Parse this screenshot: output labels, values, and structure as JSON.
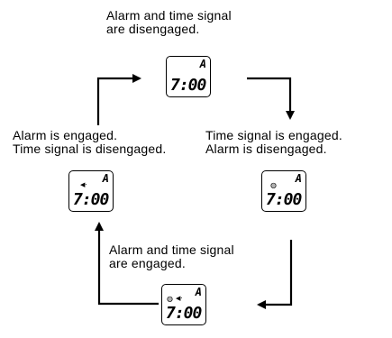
{
  "states": [
    {
      "caption_lines": [
        "Alarm and time signal",
        "are disengaged."
      ],
      "display": {
        "pm": "A",
        "time": "7:00",
        "alarm_icon": false,
        "signal_icon": false
      }
    },
    {
      "caption_lines": [
        "Time signal is engaged.",
        "Alarm is disengaged."
      ],
      "display": {
        "pm": "A",
        "time": "7:00",
        "alarm_icon": false,
        "signal_icon": true
      }
    },
    {
      "caption_lines": [
        "Alarm and time signal",
        "are engaged."
      ],
      "display": {
        "pm": "A",
        "time": "7:00",
        "alarm_icon": true,
        "signal_icon": true
      }
    },
    {
      "caption_lines": [
        "Alarm is engaged.",
        "Time signal is disengaged."
      ],
      "display": {
        "pm": "A",
        "time": "7:00",
        "alarm_icon": true,
        "signal_icon": false
      }
    }
  ],
  "icons": {
    "signal": "bell-icon",
    "alarm": "speaker-icon"
  },
  "colors": {
    "ink": "#000000",
    "background": "#ffffff"
  }
}
